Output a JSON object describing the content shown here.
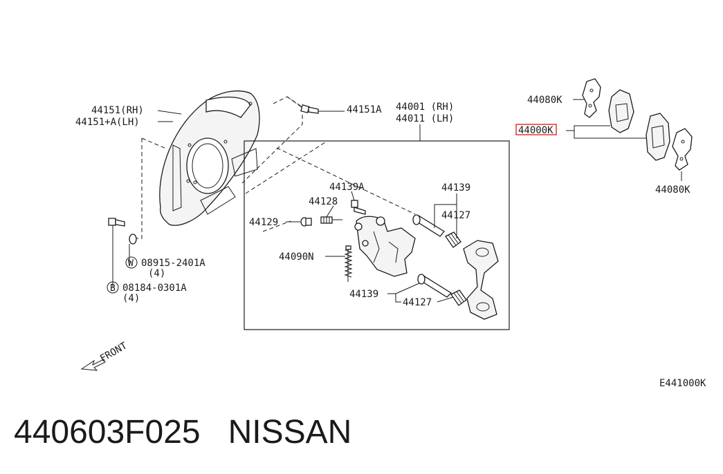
{
  "labels": {
    "shield_rh": "44151(RH)",
    "shield_lh": "44151+A(LH)",
    "bolt_44151a": "44151A",
    "caliper_rh": "44001 (RH)",
    "caliper_lh": "44011 (LH)",
    "pad_kit_upper": "44080K",
    "pad_kit_highlighted": "44000K",
    "pad_kit_lower": "44080K",
    "part_44139a": "44139A",
    "part_44128": "44128",
    "part_44129": "44129",
    "part_44090n": "44090N",
    "part_44139_top": "44139",
    "part_44127_top": "44127",
    "part_44139_bottom": "44139",
    "part_44127_bottom": "44127",
    "washer_symbol": "W",
    "washer_part": "08915-2401A",
    "washer_qty": "(4)",
    "bolt_symbol": "B",
    "bolt_part": "08184-0301A",
    "bolt_qty": "(4)",
    "front": "FRONT",
    "diagram_code": "E441000K"
  },
  "highlight_color": "#e8322a",
  "footer": {
    "part_number": "440603F025",
    "brand": "NISSAN"
  }
}
